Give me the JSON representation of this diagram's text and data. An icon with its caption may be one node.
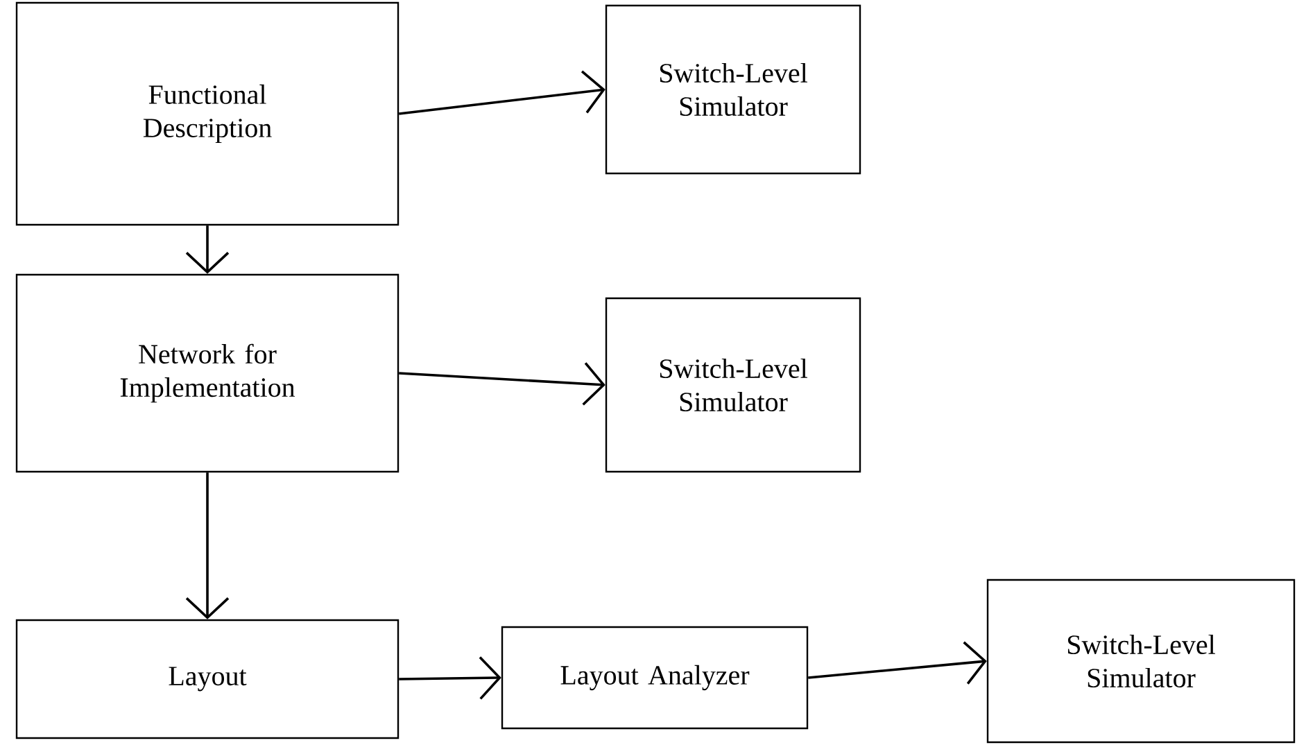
{
  "diagram": {
    "nodes": [
      {
        "text": [
          "Functional Description"
        ]
      },
      {
        "text": [
          "Switch-Level Simulator"
        ]
      },
      {
        "text": [
          "Network for Implementation"
        ]
      },
      {
        "text": [
          "Switch-Level Simulator"
        ]
      },
      {
        "text": [
          "Layout"
        ]
      },
      {
        "text": [
          "Layout Analyzer"
        ]
      },
      {
        "text": [
          "Switch-Level Simulator"
        ]
      }
    ],
    "edges": [
      {
        "from": 0,
        "to": 1,
        "arrow": "to"
      },
      {
        "from": 0,
        "to": 2,
        "arrow": "to"
      },
      {
        "from": 2,
        "to": 3,
        "arrow": "to"
      },
      {
        "from": 2,
        "to": 4,
        "arrow": "to"
      },
      {
        "from": 4,
        "to": 5,
        "arrow": "to"
      },
      {
        "from": 5,
        "to": 6,
        "arrow": "to"
      }
    ]
  }
}
